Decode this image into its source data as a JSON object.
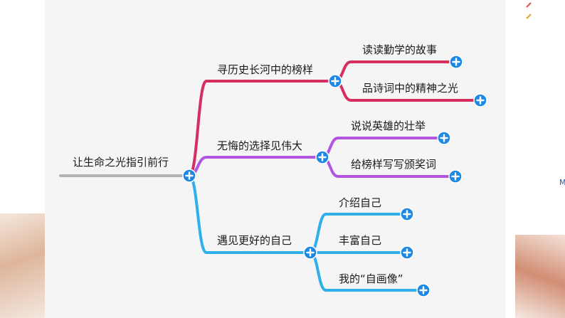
{
  "mindmap": {
    "root": {
      "label": "让生命之光指引前行"
    },
    "branches": [
      {
        "label": "寻历史长河中的榜样",
        "color": "#d62e5e",
        "children": [
          {
            "label": "读读勤学的故事"
          },
          {
            "label": "品诗词中的精神之光"
          }
        ]
      },
      {
        "label": "无悔的选择见伟大",
        "color": "#b056e0",
        "children": [
          {
            "label": "说说英雄的壮举"
          },
          {
            "label": "给榜样写写颁奖词"
          }
        ]
      },
      {
        "label": "遇见更好的自己",
        "color": "#2fb0ea",
        "children": [
          {
            "label": "介绍自己"
          },
          {
            "label": "丰富自己"
          },
          {
            "label": "我的“自画像”"
          }
        ]
      }
    ]
  },
  "colors": {
    "root_line": "#b3b3b3",
    "expand_button": "#1e88e5",
    "canvas": "#f5f5f5"
  },
  "icons": {
    "expand": "plus-circle-icon"
  }
}
